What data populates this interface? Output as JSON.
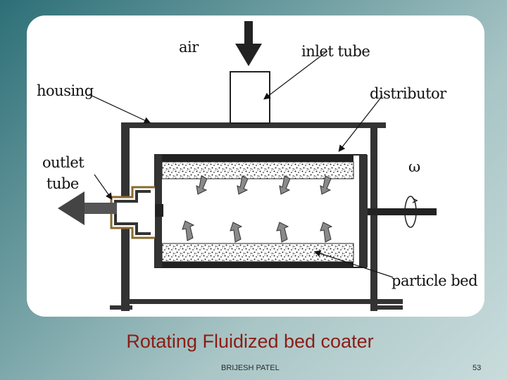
{
  "slide": {
    "title": "Rotating Fluidized bed coater",
    "author": "BRIJESH PATEL",
    "page_number": "53"
  },
  "diagram": {
    "labels": {
      "air": "air",
      "inlet_tube": "inlet tube",
      "housing": "housing",
      "distributor": "distributor",
      "outlet_tube_line1": "outlet",
      "outlet_tube_line2": "tube",
      "omega": "ω",
      "particle_bed": "particle bed"
    }
  }
}
